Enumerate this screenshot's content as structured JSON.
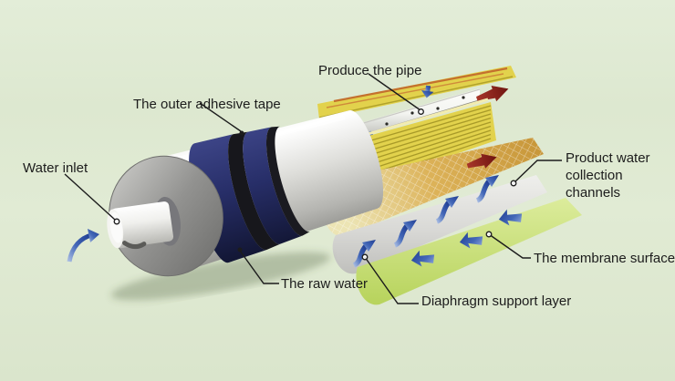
{
  "labels": {
    "produce_pipe": "Produce the pipe",
    "outer_adhesive_tape": "The outer adhesive tape",
    "water_inlet": "Water inlet",
    "raw_water": "The raw water",
    "product_water_channels": "Product water collection channels",
    "membrane_surface": "The membrane surface",
    "diaphragm_support": "Diaphragm support layer"
  },
  "colors": {
    "bg": "#dfe9d2",
    "label-text": "#1c1c1c",
    "leader-line": "#1c1c1c",
    "cyl-white": "#e9e9e6",
    "cap-gray": "#8f908d",
    "tape-navy": "#272e68",
    "groove-black": "#17171c",
    "membrane-yellow": "#e2d24c",
    "stripe-orange": "#c4702e",
    "spacer-gold": "#cf9f3c",
    "sheet-white": "#dcdcd9",
    "sheet-green": "#cbe080",
    "arrow-blue": "#3558ae",
    "arrow-red": "#8e211d"
  }
}
